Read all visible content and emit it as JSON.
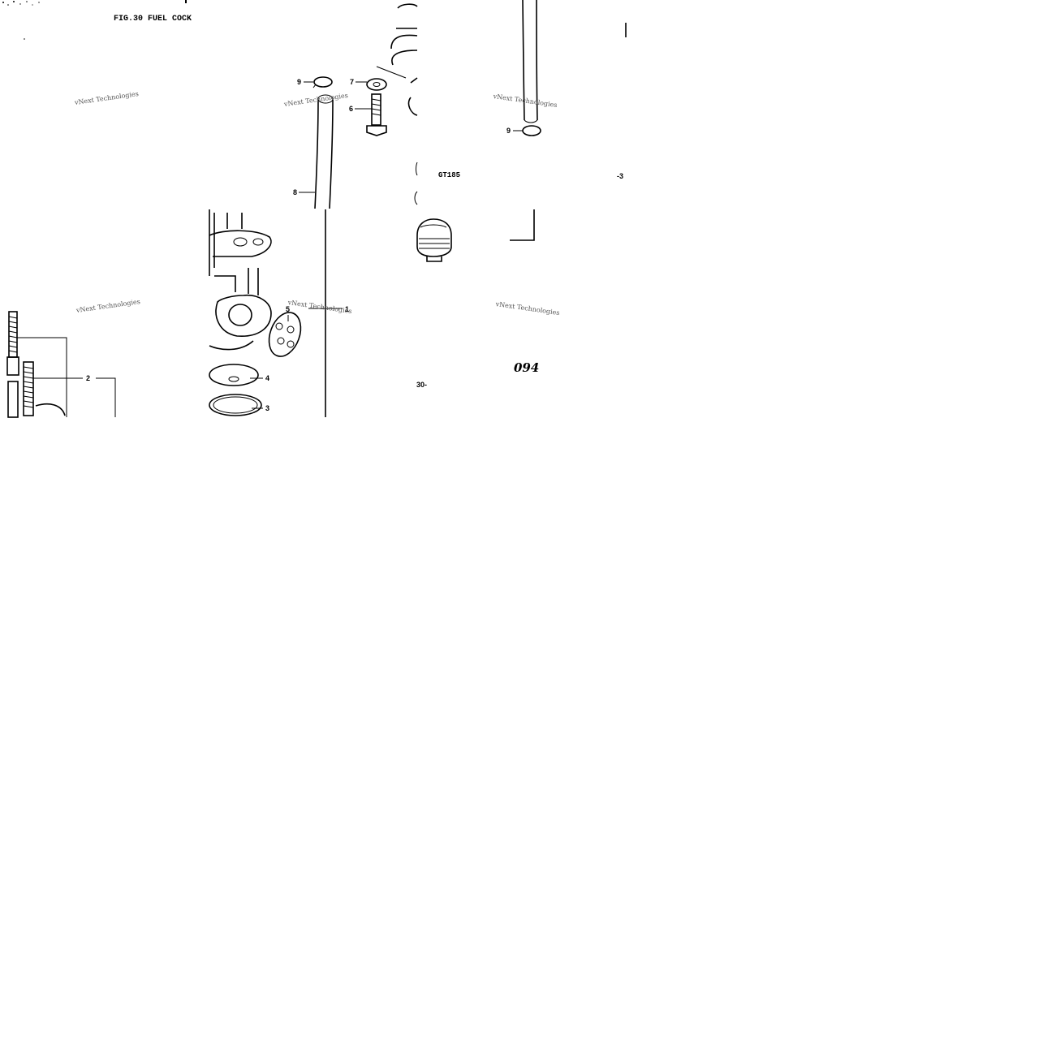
{
  "figure": {
    "title": "FIG.30  FUEL COCK",
    "code": "GT185",
    "page_number": "094",
    "page_ref": "30-",
    "edge_mark": "-3"
  },
  "callouts": [
    "1",
    "2",
    "3",
    "4",
    "5",
    "6",
    "7",
    "8",
    "9"
  ],
  "watermark": {
    "text": "vNext Technologies",
    "ghost_text": "Technologies"
  }
}
